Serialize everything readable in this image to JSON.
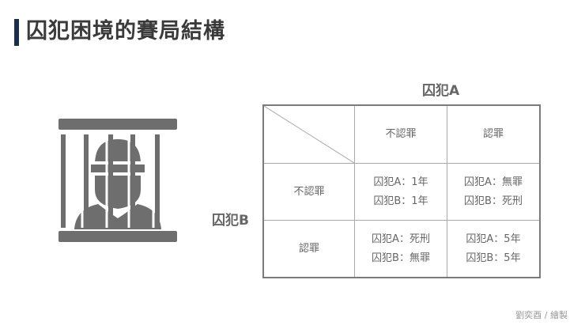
{
  "title": "囚犯困境的賽局結構",
  "accent_color": "#1c2e4a",
  "icon": "prisoner-behind-bars-icon",
  "matrix": {
    "column_player": "囚犯A",
    "row_player": "囚犯B",
    "columns": [
      "不認罪",
      "認罪"
    ],
    "rows": [
      {
        "label": "不認罪",
        "cells": [
          {
            "line1": "囚犯A：1年",
            "line2": "囚犯B：1年"
          },
          {
            "line1": "囚犯A：無罪",
            "line2": "囚犯B：死刑"
          }
        ]
      },
      {
        "label": "認罪",
        "cells": [
          {
            "line1": "囚犯A：死刑",
            "line2": "囚犯B：無罪"
          },
          {
            "line1": "囚犯A：5年",
            "line2": "囚犯B：5年"
          }
        ]
      }
    ]
  },
  "footer": "劉奕酉 / 繪製"
}
